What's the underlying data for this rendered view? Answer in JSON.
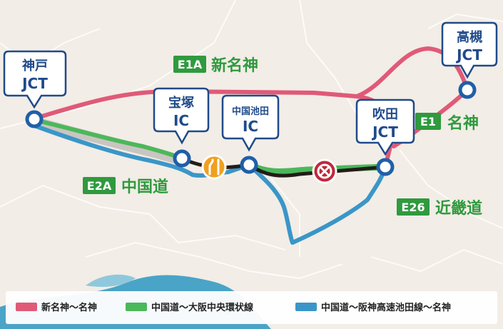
{
  "colors": {
    "background": "#f2ede6",
    "shinmeishin": "#e05a78",
    "chugoku_osaka": "#4bb85a",
    "hanshin_ikeda": "#3a96c8",
    "badge_green": "#2f9a3e",
    "callout_border": "#1f4a8a",
    "node_fill": "#1f5fa8",
    "black_road": "#231c18",
    "closed": "#c0283b",
    "merge_icon": "#f0a020"
  },
  "junctions": {
    "kobe": {
      "line1": "神戸",
      "line2": "JCT"
    },
    "takarazuka": {
      "line1": "宝塚",
      "line2": "IC"
    },
    "chugoku_ikeda": {
      "line1": "中国池田",
      "line2": "IC"
    },
    "suita": {
      "line1": "吹田",
      "line2": "JCT"
    },
    "takatsuki": {
      "line1": "高槻",
      "line2": "JCT"
    }
  },
  "routes": {
    "e1a": {
      "code": "E1A",
      "name": "新名神"
    },
    "e1": {
      "code": "E1",
      "name": "名神"
    },
    "e2a": {
      "code": "E2A",
      "name": "中国道"
    },
    "e26": {
      "code": "E26",
      "name": "近畿道"
    }
  },
  "icons": {
    "merge": "lane-merge-icon",
    "closed": "road-closed-icon"
  },
  "legend": {
    "items": [
      {
        "label": "新名神〜名神",
        "color": "#e05a78"
      },
      {
        "label": "中国道〜大阪中央環状線",
        "color": "#4bb85a"
      },
      {
        "label": "中国道〜阪神高速池田線〜名神",
        "color": "#3a96c8"
      }
    ]
  }
}
